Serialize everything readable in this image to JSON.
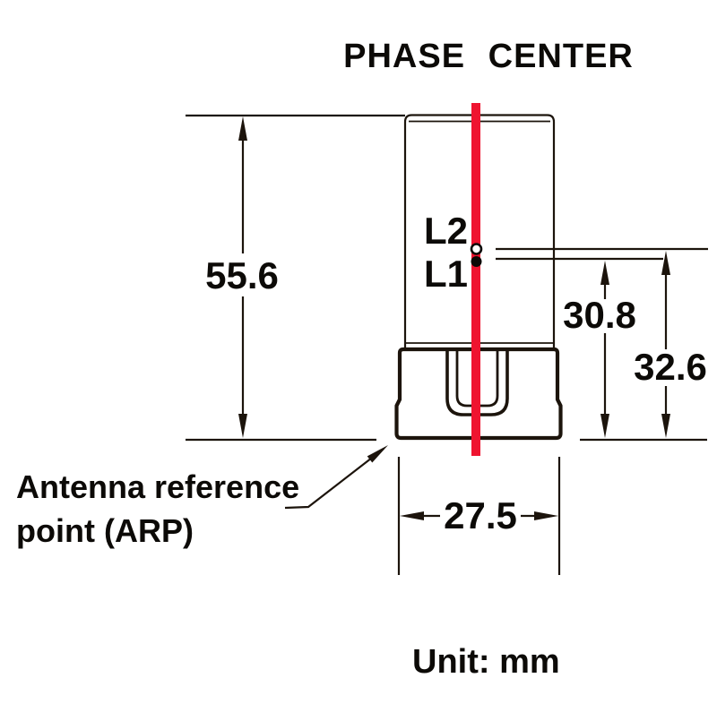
{
  "title": "PHASE CENTER",
  "unit_label": "Unit: mm",
  "arp_label": {
    "line1": "Antenna reference",
    "line2": "point (ARP)"
  },
  "phase_labels": {
    "l2": "L2",
    "l1": "L1"
  },
  "dimensions": {
    "overall_height_mm": "55.6",
    "l1_phase_center_height_mm": "30.8",
    "l2_phase_center_height_mm": "32.6",
    "base_width_mm": "27.5"
  },
  "colors": {
    "phase_center_line": "#ef1430",
    "drawing_line": "#1c140c",
    "text": "#0c0a07"
  }
}
